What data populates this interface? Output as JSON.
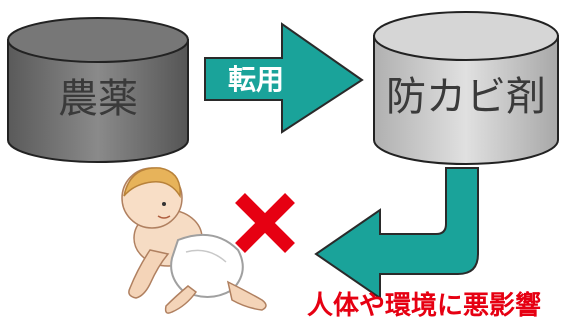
{
  "source_cylinder": {
    "label": "農薬",
    "color": "#6e6e6e"
  },
  "target_cylinder": {
    "label": "防カビ剤",
    "color": "#c8c8c8"
  },
  "conversion_arrow": {
    "label": "転用",
    "color": "#1aa39a"
  },
  "return_arrow": {
    "color": "#1aa39a"
  },
  "prohibition_mark": {
    "icon": "x-mark-icon",
    "color": "#e60012"
  },
  "figure": {
    "icon": "crawling-baby-illustration"
  },
  "warning": {
    "text": "人体や環境に悪影響",
    "color": "#e60012"
  }
}
